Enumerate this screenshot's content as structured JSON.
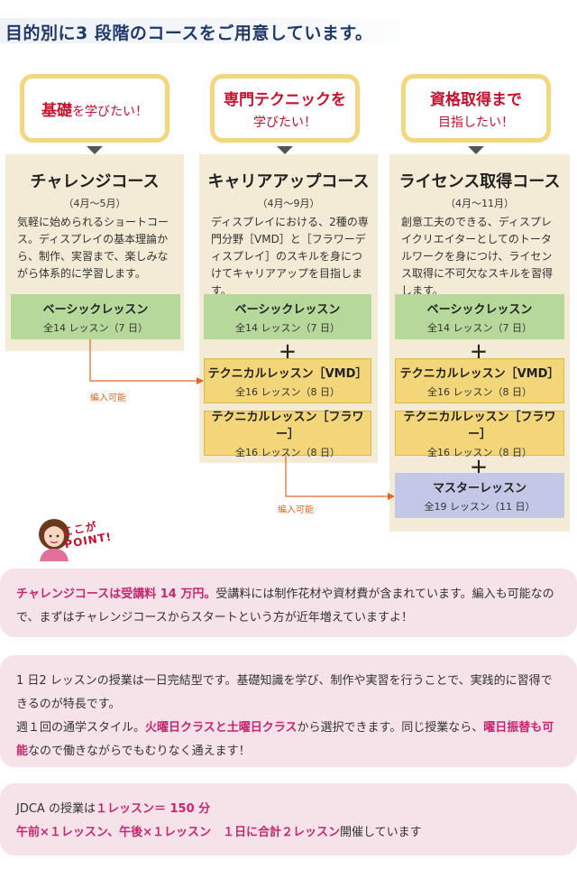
{
  "heading": "目的別に3 段階のコースをご用意しています。",
  "bubbles": [
    {
      "l1_strong": "基礎",
      "l1_rest": "を学びたい！",
      "l2": ""
    },
    {
      "l1_strong": "専門テクニックを",
      "l1_rest": "",
      "l2": "学びたい！"
    },
    {
      "l1_strong": "資格取得まで",
      "l1_rest": "",
      "l2": "目指したい！"
    }
  ],
  "courses": [
    {
      "title": "チャレンジコース",
      "period": "（4月〜5月）",
      "desc": "気軽に始められるショートコース。ディスプレイの基本理論から、制作、実習まで、楽しみながら体系的に学習します。"
    },
    {
      "title": "キャリアアップコース",
      "period": "（4月〜9月）",
      "desc": "ディスプレイにおける、2種の専門分野［VMD］と［フラワーディスプレイ］のスキルを身につけてキャリアアップを目指します。"
    },
    {
      "title": "ライセンス取得コース",
      "period": "（4月〜11月）",
      "desc": "創意工夫のできる、ディスプレイクリエイターとしてのトータルワークを身につけ、ライセンス取得に不可欠なスキルを習得します。"
    }
  ],
  "lessons": {
    "basic": {
      "name": "ベーシックレッスン",
      "sub": "全14 レッスン（7 日）"
    },
    "vmd": {
      "name": "テクニカルレッスン［VMD］",
      "sub": "全16 レッスン（8 日）"
    },
    "flower": {
      "name": "テクニカルレッスン［フラワー］",
      "sub": "全16 レッスン（8 日）"
    },
    "master": {
      "name": "マスターレッスン",
      "sub": "全19 レッスン（11 日）"
    }
  },
  "plus": "＋",
  "transfer_label": "編入可能",
  "point": {
    "line1": "ここが",
    "line2": "POINT!"
  },
  "info1": {
    "hl": "チャレンジコースは受講料 14 万円。",
    "rest": "受講料には制作花材や資材費が含まれています。編入も可能なので、まずはチャレンジコースからスタートという方が近年増えていますよ！"
  },
  "info2": {
    "p1": "1 日2 レッスンの授業は一日完結型です。基礎知識を学び、制作や実習を行うことで、実践的に習得できるのが特長です。",
    "p2a": "週１回の通学スタイル。",
    "p2hl": "火曜日クラスと土曜日クラス",
    "p2b": "から選択できます。同じ授業なら、",
    "p2hl2": "曜日振替も可能",
    "p2c": "なので働きながらでもむりなく通えます！"
  },
  "info3": {
    "a": "JDCA の授業は",
    "hl1": "１レッスン＝ 150 分",
    "hl2": "午前×１レッスン、午後×１レッスン　１日に合計２レッスン",
    "b": "開催しています"
  },
  "colors": {
    "heading": "#1f3a6b",
    "accent_red": "#c8102e",
    "accent_pink": "#c8266f",
    "arrow": "#e2641f",
    "panel": "#f3ebd6"
  }
}
